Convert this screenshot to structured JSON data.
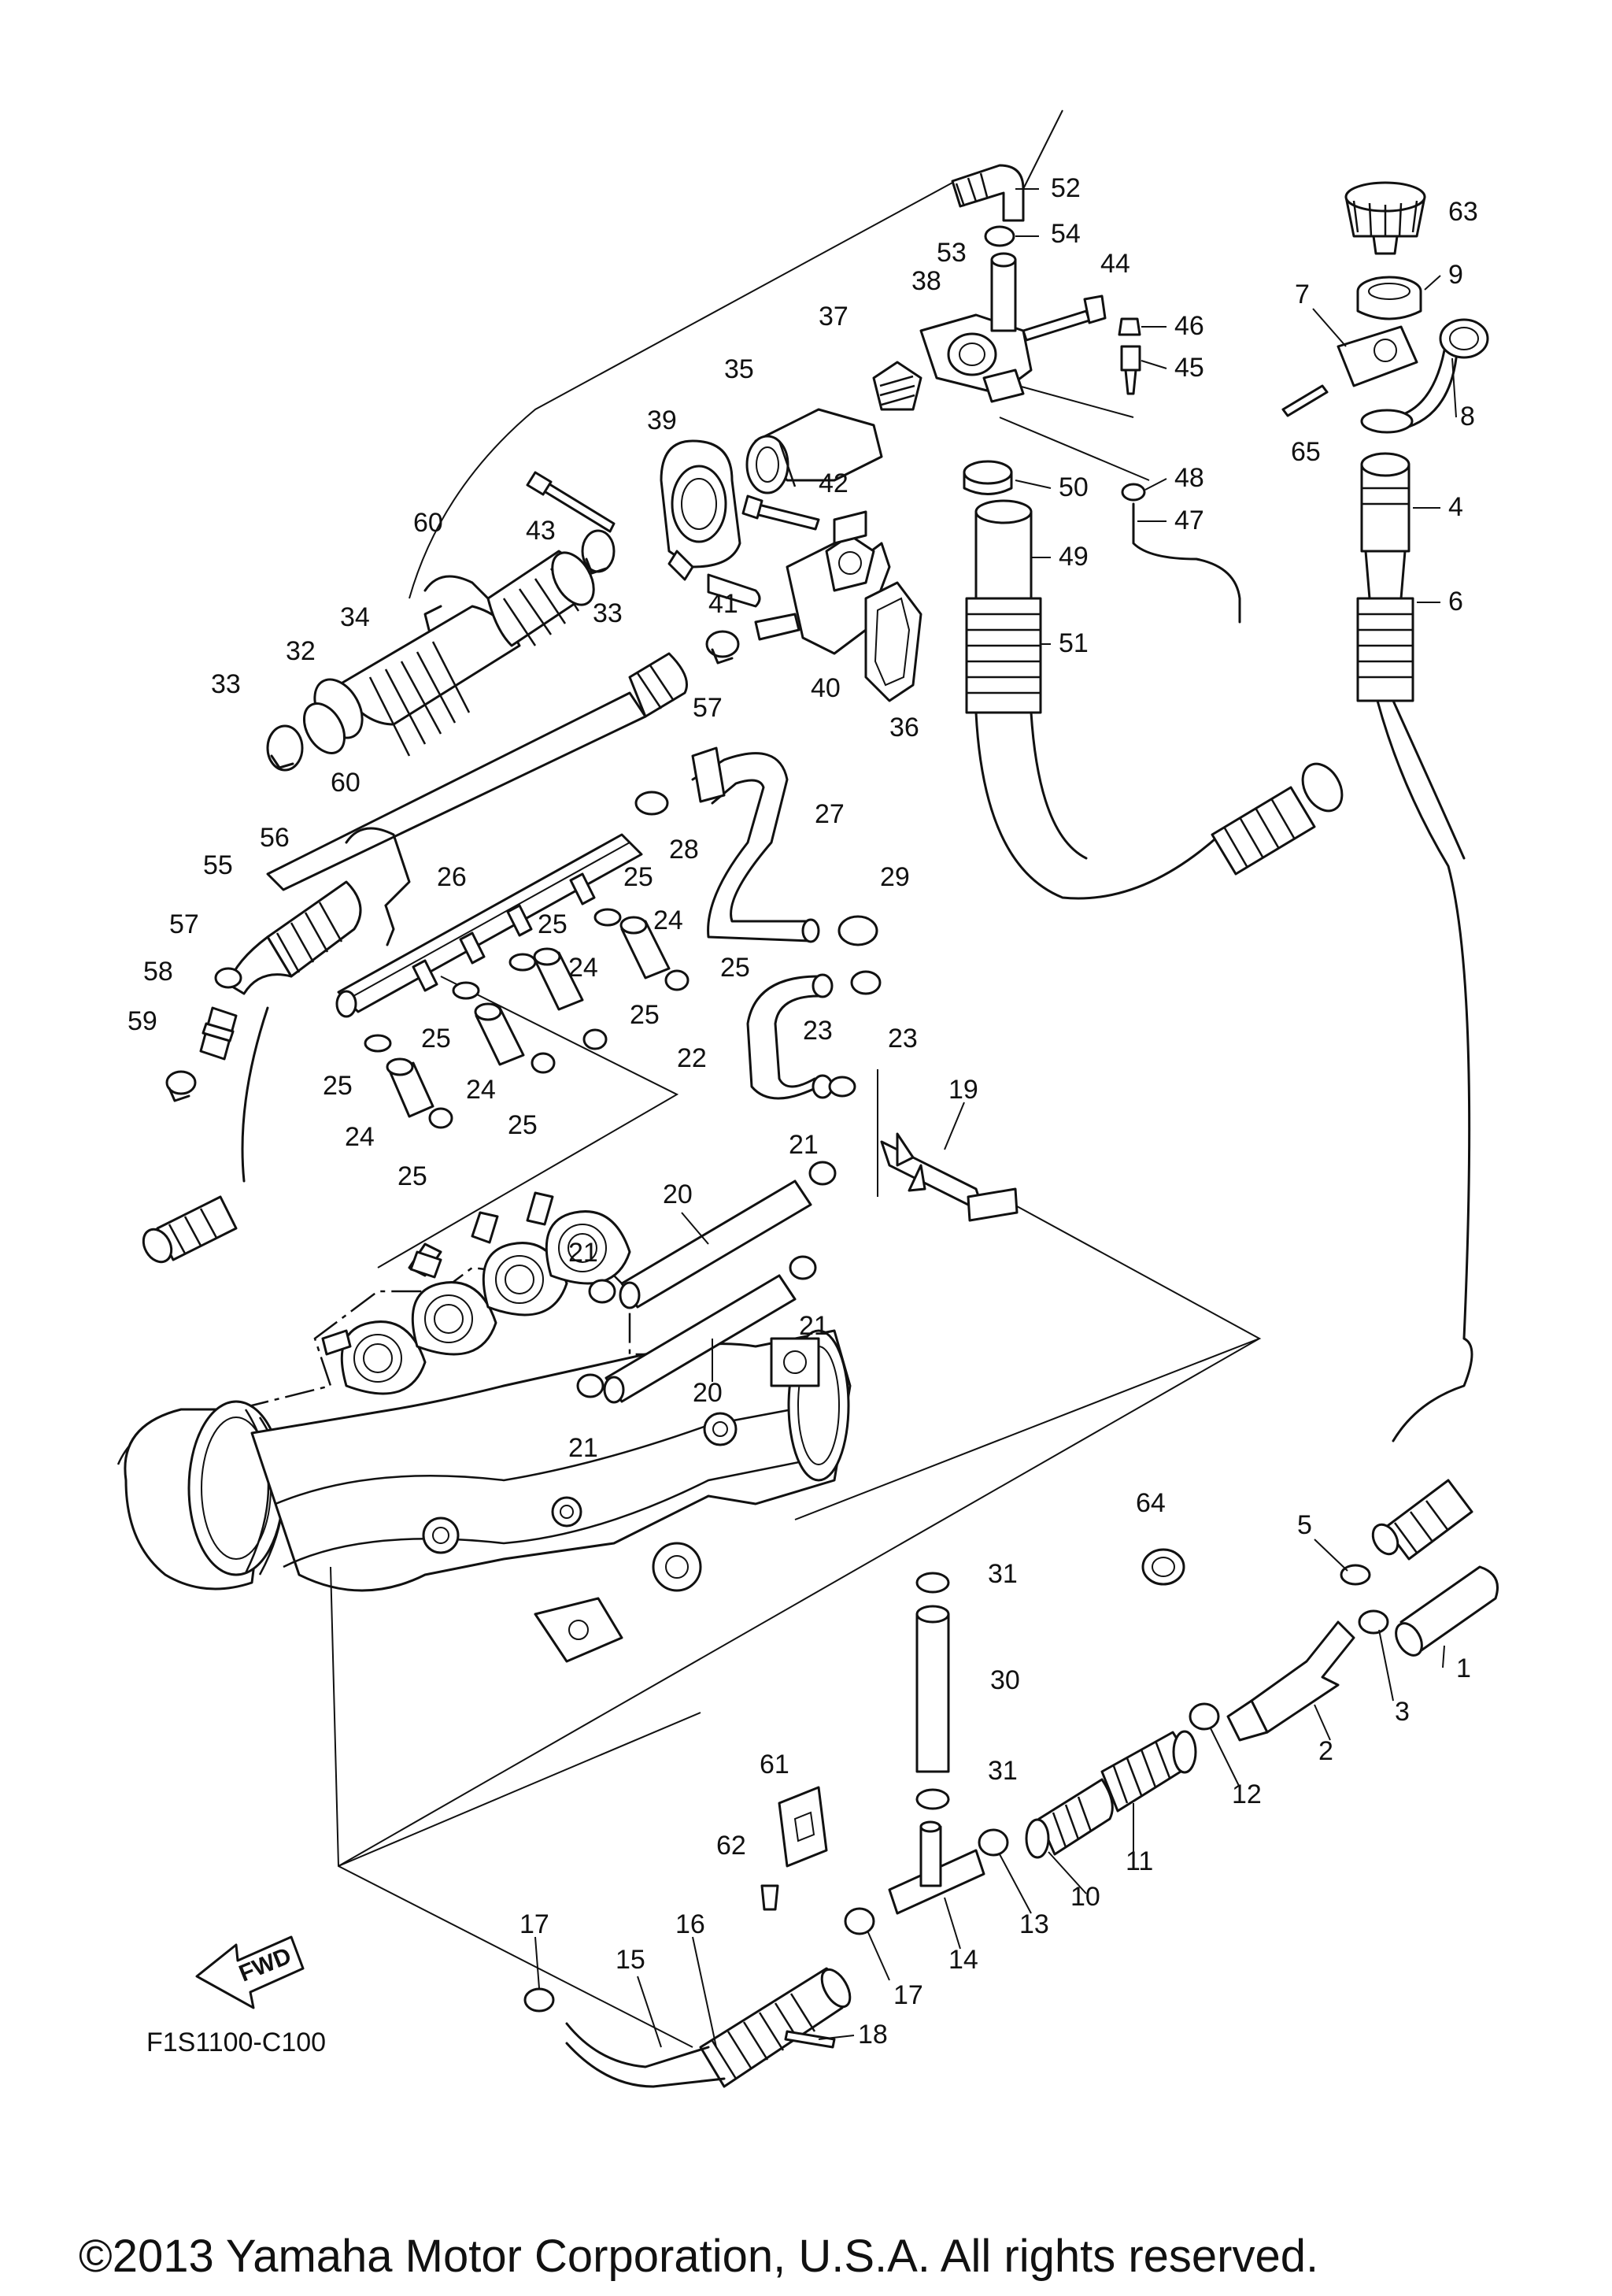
{
  "figure": {
    "part_code": "F1S1100-C100",
    "copyright": "©2013 Yamaha Motor Corporation, U.S.A. All rights reserved.",
    "fwd_label": "FWD"
  },
  "callouts": [
    {
      "id": "c1",
      "text": "1"
    },
    {
      "id": "c2",
      "text": "2"
    },
    {
      "id": "c3",
      "text": "3"
    },
    {
      "id": "c4",
      "text": "4"
    },
    {
      "id": "c5",
      "text": "5"
    },
    {
      "id": "c6",
      "text": "6"
    },
    {
      "id": "c7",
      "text": "7"
    },
    {
      "id": "c8",
      "text": "8"
    },
    {
      "id": "c9",
      "text": "9"
    },
    {
      "id": "c10",
      "text": "10"
    },
    {
      "id": "c11",
      "text": "11"
    },
    {
      "id": "c12",
      "text": "12"
    },
    {
      "id": "c13",
      "text": "13"
    },
    {
      "id": "c14",
      "text": "14"
    },
    {
      "id": "c15",
      "text": "15"
    },
    {
      "id": "c16",
      "text": "16"
    },
    {
      "id": "c17a",
      "text": "17"
    },
    {
      "id": "c17b",
      "text": "17"
    },
    {
      "id": "c18",
      "text": "18"
    },
    {
      "id": "c19",
      "text": "19"
    },
    {
      "id": "c20a",
      "text": "20"
    },
    {
      "id": "c20b",
      "text": "20"
    },
    {
      "id": "c21a",
      "text": "21"
    },
    {
      "id": "c21b",
      "text": "21"
    },
    {
      "id": "c21c",
      "text": "21"
    },
    {
      "id": "c21d",
      "text": "21"
    },
    {
      "id": "c22",
      "text": "22"
    },
    {
      "id": "c23a",
      "text": "23"
    },
    {
      "id": "c23b",
      "text": "23"
    },
    {
      "id": "c24a",
      "text": "24"
    },
    {
      "id": "c24b",
      "text": "24"
    },
    {
      "id": "c24c",
      "text": "24"
    },
    {
      "id": "c24d",
      "text": "24"
    },
    {
      "id": "c25a",
      "text": "25"
    },
    {
      "id": "c25b",
      "text": "25"
    },
    {
      "id": "c25c",
      "text": "25"
    },
    {
      "id": "c25d",
      "text": "25"
    },
    {
      "id": "c25e",
      "text": "25"
    },
    {
      "id": "c25f",
      "text": "25"
    },
    {
      "id": "c25g",
      "text": "25"
    },
    {
      "id": "c25h",
      "text": "25"
    },
    {
      "id": "c26",
      "text": "26"
    },
    {
      "id": "c27",
      "text": "27"
    },
    {
      "id": "c28",
      "text": "28"
    },
    {
      "id": "c29",
      "text": "29"
    },
    {
      "id": "c30",
      "text": "30"
    },
    {
      "id": "c31a",
      "text": "31"
    },
    {
      "id": "c31b",
      "text": "31"
    },
    {
      "id": "c32",
      "text": "32"
    },
    {
      "id": "c33a",
      "text": "33"
    },
    {
      "id": "c33b",
      "text": "33"
    },
    {
      "id": "c34",
      "text": "34"
    },
    {
      "id": "c35",
      "text": "35"
    },
    {
      "id": "c36",
      "text": "36"
    },
    {
      "id": "c37",
      "text": "37"
    },
    {
      "id": "c38",
      "text": "38"
    },
    {
      "id": "c39",
      "text": "39"
    },
    {
      "id": "c40",
      "text": "40"
    },
    {
      "id": "c41",
      "text": "41"
    },
    {
      "id": "c42",
      "text": "42"
    },
    {
      "id": "c43",
      "text": "43"
    },
    {
      "id": "c44",
      "text": "44"
    },
    {
      "id": "c45",
      "text": "45"
    },
    {
      "id": "c46",
      "text": "46"
    },
    {
      "id": "c47",
      "text": "47"
    },
    {
      "id": "c48",
      "text": "48"
    },
    {
      "id": "c49",
      "text": "49"
    },
    {
      "id": "c50",
      "text": "50"
    },
    {
      "id": "c51",
      "text": "51"
    },
    {
      "id": "c52",
      "text": "52"
    },
    {
      "id": "c53",
      "text": "53"
    },
    {
      "id": "c54",
      "text": "54"
    },
    {
      "id": "c55",
      "text": "55"
    },
    {
      "id": "c56",
      "text": "56"
    },
    {
      "id": "c57a",
      "text": "57"
    },
    {
      "id": "c57b",
      "text": "57"
    },
    {
      "id": "c58",
      "text": "58"
    },
    {
      "id": "c59",
      "text": "59"
    },
    {
      "id": "c60a",
      "text": "60"
    },
    {
      "id": "c60b",
      "text": "60"
    },
    {
      "id": "c61",
      "text": "61"
    },
    {
      "id": "c62",
      "text": "62"
    },
    {
      "id": "c63",
      "text": "63"
    },
    {
      "id": "c64",
      "text": "64"
    },
    {
      "id": "c65",
      "text": "65"
    }
  ]
}
